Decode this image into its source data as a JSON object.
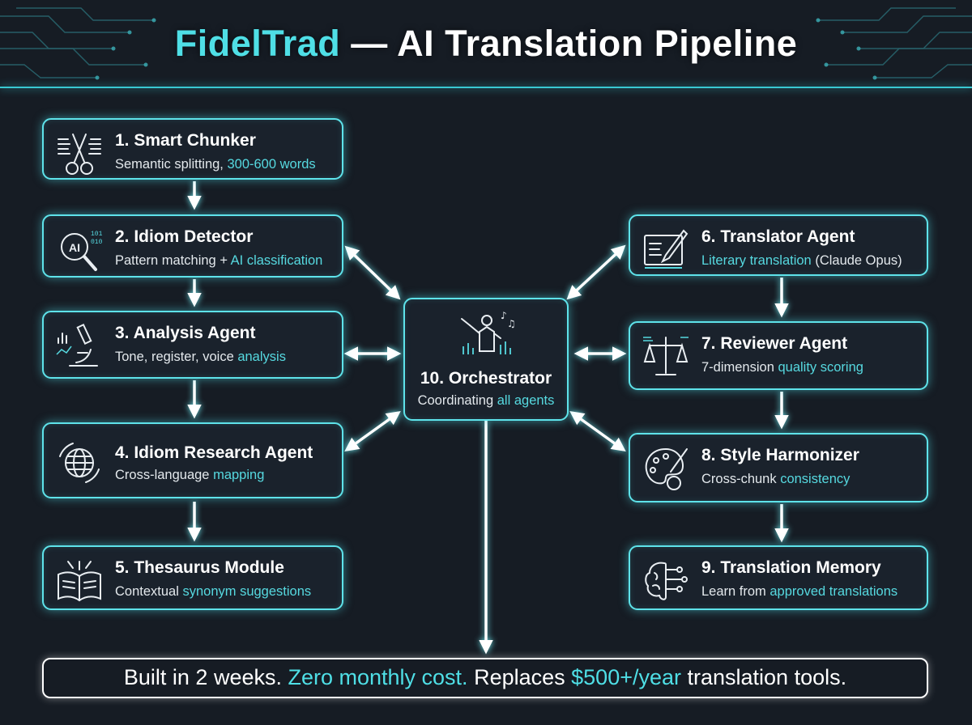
{
  "title": {
    "brand": "FidelTrad",
    "rest": " — AI Translation Pipeline"
  },
  "nodes": [
    {
      "label": "1. Smart Chunker",
      "desc_plain": "Semantic splitting, ",
      "desc_hl": "300-600 words",
      "desc_tail": ""
    },
    {
      "label": "2. Idiom Detector",
      "desc_plain": "Pattern matching + ",
      "desc_hl": "AI classification",
      "desc_tail": ""
    },
    {
      "label": "3. Analysis Agent",
      "desc_plain": "Tone, register, voice ",
      "desc_hl": "analysis",
      "desc_tail": ""
    },
    {
      "label": "4. Idiom Research Agent",
      "desc_plain": "Cross-language ",
      "desc_hl": "mapping",
      "desc_tail": ""
    },
    {
      "label": "5. Thesaurus Module",
      "desc_plain": "Contextual ",
      "desc_hl": "synonym suggestions",
      "desc_tail": ""
    },
    {
      "label": "6. Translator Agent",
      "desc_plain": "",
      "desc_hl": "Literary translation",
      "desc_tail": " (Claude Opus)"
    },
    {
      "label": "7. Reviewer Agent",
      "desc_plain": "7-dimension ",
      "desc_hl": "quality scoring",
      "desc_tail": ""
    },
    {
      "label": "8. Style Harmonizer",
      "desc_plain": "Cross-chunk ",
      "desc_hl": "consistency",
      "desc_tail": ""
    },
    {
      "label": "9. Translation Memory",
      "desc_plain": "Learn from ",
      "desc_hl": "approved translations",
      "desc_tail": ""
    }
  ],
  "orchestrator": {
    "label": "10. Orchestrator",
    "desc_plain": "Coordinating ",
    "desc_hl": "all agents"
  },
  "footer": {
    "part1": "Built in 2 weeks. ",
    "part2": "Zero monthly cost.",
    "part3": " Replaces ",
    "part4": "$500+/year",
    "part5": " translation tools."
  },
  "icons": {
    "n1": "scissors-text-icon",
    "n2": "ai-magnifier-icon",
    "n3": "microscope-chart-icon",
    "n4": "globe-arrows-icon",
    "n5": "open-book-icon",
    "n6": "document-pen-icon",
    "n7": "balance-scale-icon",
    "n8": "palette-brush-icon",
    "n9": "brain-circuit-icon",
    "n10": "conductor-icon"
  },
  "colors": {
    "accent": "#4fdfe6",
    "border": "#5ee3ea",
    "background": "#161c24",
    "text": "#ffffff"
  }
}
